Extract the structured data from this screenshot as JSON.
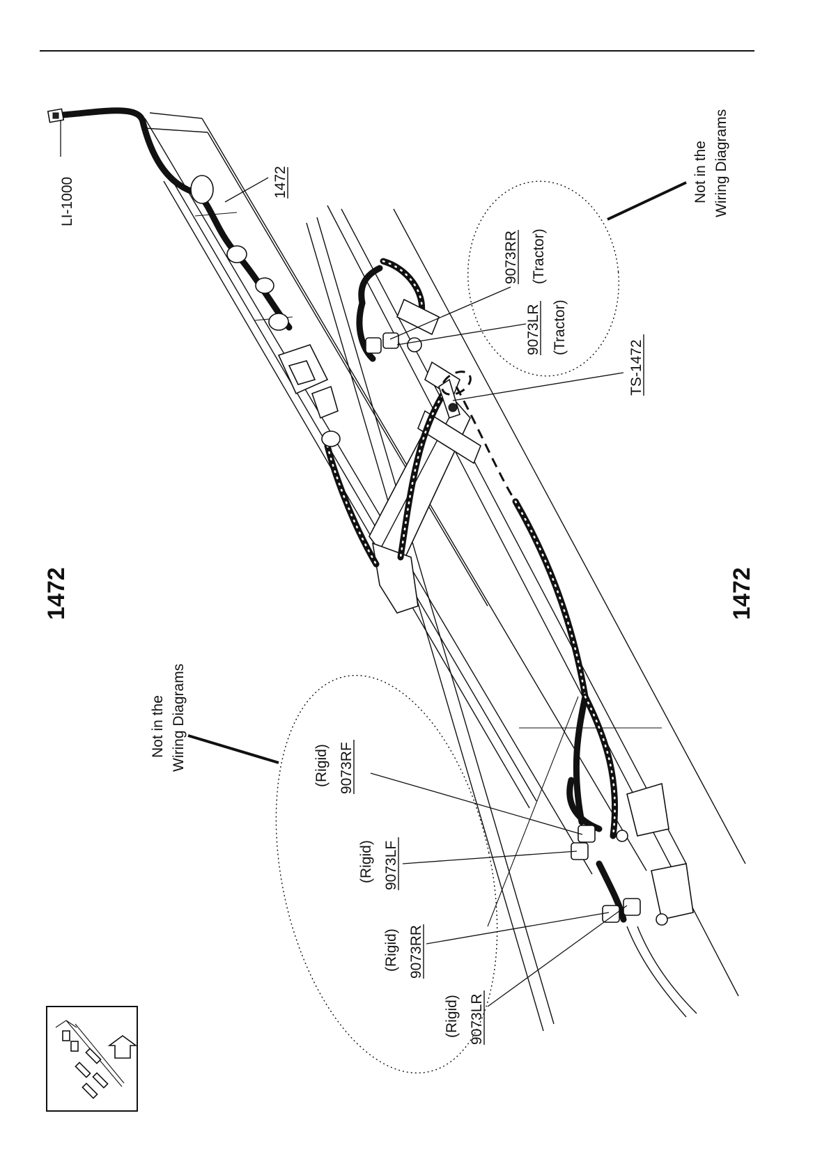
{
  "labels": {
    "li1000": "LI-1000",
    "ref_1472_top": "1472",
    "page_number_left": "1472",
    "page_number_right": "1472",
    "rr_tractor_code": "9073RR",
    "rr_tractor_note": "(Tractor)",
    "lr_tractor_code": "9073LR",
    "lr_tractor_note": "(Tractor)",
    "ts1472": "TS-1472",
    "not_in_wd_right_line1": "Not in the",
    "not_in_wd_right_line2": "Wiring Diagrams",
    "not_in_wd_left_line1": "Not in the",
    "not_in_wd_left_line2": "Wiring Diagrams",
    "rf_rigid_note": "(Rigid)",
    "rf_rigid_code": "9073RF",
    "lf_rigid_note": "(Rigid)",
    "lf_rigid_code": "9073LF",
    "rr_rigid_note": "(Rigid)",
    "rr_rigid_code": "9073RR",
    "lr_rigid_note": "(Rigid)",
    "lr_rigid_code": "9073LR"
  },
  "icons": {
    "locator": "vehicle-chassis-locator-icon"
  }
}
